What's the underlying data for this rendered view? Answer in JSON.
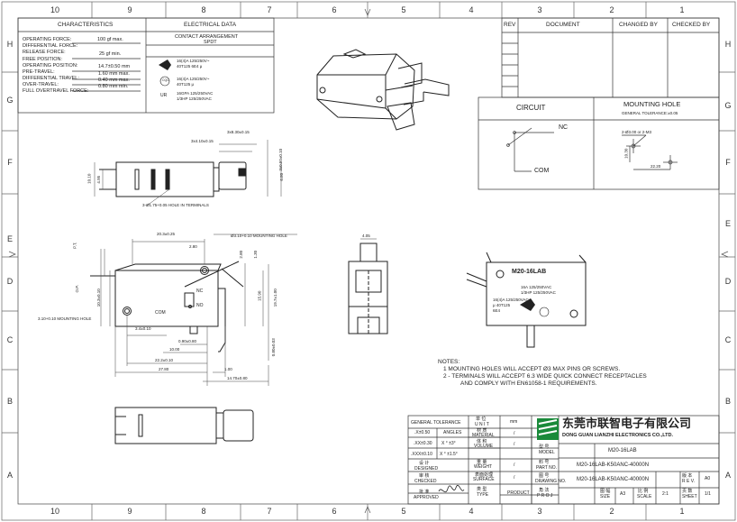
{
  "zones_top": [
    "10",
    "9",
    "8",
    "7",
    "6",
    "5",
    "4",
    "3",
    "2",
    "1"
  ],
  "zones_side": [
    "H",
    "G",
    "F",
    "E",
    "D",
    "C",
    "B",
    "A"
  ],
  "characteristics": {
    "header_left": "CHARACTERISTICS",
    "header_right": "ELECTRICAL DATA",
    "rows": [
      {
        "label": "OPERATING FORCE:",
        "value": "100 gf max."
      },
      {
        "label": "DIFFERENTIAL FORCE:",
        "value": ""
      },
      {
        "label": "RELEASE FORCE:",
        "value": "25 gf min."
      },
      {
        "label": "FREE POSITION:",
        "value": ""
      },
      {
        "label": "OPERATING POSITION:",
        "value": "14.7±0.50 mm"
      },
      {
        "label": "PRE-TRAVEL:",
        "value": "1.60 mm max."
      },
      {
        "label": "DIFFERENTIAL TRAVEL:",
        "value": "0.40 mm max."
      },
      {
        "label": "OVER-TRAVEL:",
        "value": "0.80 mm min."
      },
      {
        "label": "FULL OVERTRAVEL FORCE:",
        "value": ""
      }
    ],
    "contact": "CONTACT ARRANGEMENT",
    "spdt": "SPDT",
    "cert1": [
      "16(4)A 125/250V~",
      "40T125 6E4 μ"
    ],
    "cert2": [
      "16(4)A 125/250V~",
      "40T125 μ"
    ],
    "cert3": [
      "16GPA 125/250VAC",
      "1/3HP 125/250VAC"
    ],
    "cert2_logo": "CQC",
    "cert3_logo": "UR"
  },
  "revision": {
    "rev": "REV",
    "document": "DOCUMENT",
    "changed_by": "CHANGED BY",
    "checked_by": "CHECKED BY"
  },
  "circuit": {
    "title": "CIRCUIT",
    "nc": "NC",
    "com": "COM"
  },
  "mounting": {
    "title": "MOUNTING HOLE",
    "tolerance": "GENERAL TOLERANCE:±0.05",
    "holes": "2-Ø3.00 or 2-M3",
    "dim_v": "10.30",
    "dim_h": "22.20"
  },
  "dimensions": {
    "d1": "3x8.30±0.15",
    "d2": "3x4.10±0.15",
    "d3": "3x0.50±0.10",
    "d4": "10.10",
    "d5": "4.95",
    "d6": "6.80",
    "holes_term": "3-Ø1.75+0.05 HOLE IN TERMINALS",
    "d7": "20.3±0.25",
    "d8": "Ø3.10+0.10 MOUNTING HOLE",
    "d9": "2.80",
    "d10": "2.80",
    "d11": "1.30",
    "pt": "P.T.",
    "op": "O.P.",
    "d12": "10.3±0.10",
    "d13": "15.90",
    "d14": "19.7±1.00",
    "d15": "3.10+0.10 MOUNTING HOLE",
    "d16": "3.4±0.10",
    "d17": "0.90±0.80",
    "d18": "10.00",
    "d19": "22.2±0.10",
    "d20": "27.80",
    "d21": "1.00",
    "d22": "14.70±0.80",
    "d23": "0.80±0.03",
    "d24": "4.05",
    "nc": "NC",
    "no": "NO",
    "com": "COM"
  },
  "part_label": {
    "model": "M20-16LAB",
    "line1": "16A 125/250VAC",
    "line2": "1/3HP 125/250VAC",
    "line3": "16(4)A 125/250VAC",
    "line4": "μ 40T125",
    "line5": "6E4"
  },
  "notes": {
    "title": "NOTES:",
    "n1": "1   MOUNTING HOLES WILL ACCEPT Ø3 MAX PINS OR SCREWS.",
    "n2": "2 - TERMINALS WILL ACCEPT 6.3 WIDE QUICK CONNECT RECEPTACLES",
    "n3": "AND COMPLY WITH EN61058-1 REQUIREMENTS."
  },
  "title_block": {
    "company_cn": "东莞市联智电子有限公司",
    "company_en": "DONG GUAN LIANZHI ELECTRONICS CO.,LTD.",
    "gen_tol": "GENERAL TOLERANCE",
    "unit_cn": "单 位",
    "unit": "U N I T",
    "unit_val": "mm",
    "tol_rows": [
      {
        "a": ".X±0.50",
        "b": "ANGLES"
      },
      {
        "a": ".XX±0.30",
        "b": "X ° ±3°"
      },
      {
        "a": ".XXX±0.10",
        "b": "X ° ±1.5°"
      }
    ],
    "material_cn": "材 质",
    "material": "MATERIAL",
    "volume_cn": "体 积",
    "volume": "VOLUME",
    "weight_cn": "重 量",
    "weight": "WEIGHT",
    "surface_cn": "表面处理",
    "surface": "SURFACE",
    "type_cn": "类 型",
    "type": "TYPE",
    "type_val": "PRODUCT",
    "designed_cn": "设 计",
    "designed": "DESIGNED",
    "checked_cn": "审 核",
    "checked": "CHECKED",
    "approved_cn": "批 准",
    "approved": "APPROVED",
    "slash": "/",
    "model_cn": "型 号",
    "model": "MODEL",
    "model_val": "M20-16LAB",
    "partno_cn": "料 号",
    "partno": "PART NO.",
    "partno_val": "M20-16LAB-K50ANC-40000N",
    "drawno_cn": "图 号",
    "drawno": "DRAWING NO.",
    "drawno_val": "M20-16LAB-K50ANC-40000N",
    "proj_cn": "角 法",
    "proj": "P R O J",
    "size_cn": "图 幅",
    "size": "SIZE",
    "size_val": "A3",
    "scale_cn": "比 例",
    "scale": "SCALE",
    "scale_val": "2:1",
    "rev_cn": "版 本",
    "rev": "R E V.",
    "rev_val": "A0",
    "sheet_cn": "页 数",
    "sheet": "SHEET",
    "sheet_val": "1/1"
  }
}
